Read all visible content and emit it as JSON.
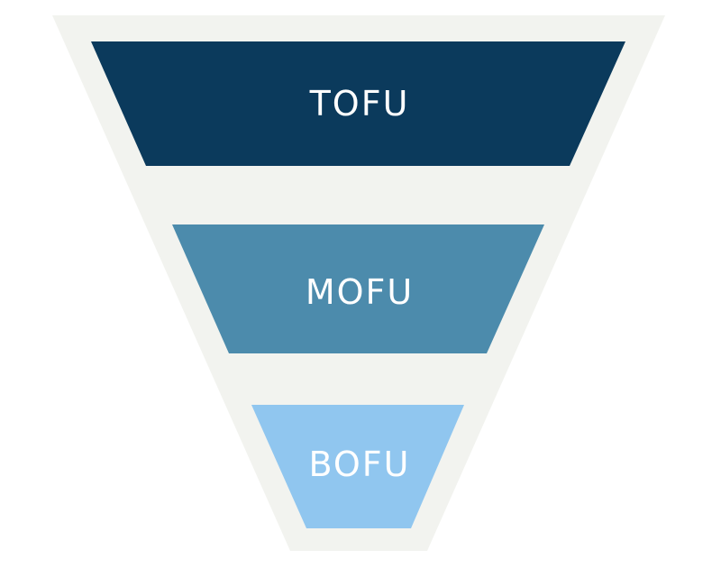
{
  "colors": {
    "funnel_background": "#f2f3ef",
    "label_text": "#ffffff"
  },
  "stages": [
    {
      "label": "TOFU",
      "color": "#0b3a5c"
    },
    {
      "label": "MOFU",
      "color": "#4c8bac"
    },
    {
      "label": "BOFU",
      "color": "#90c6ef"
    }
  ]
}
